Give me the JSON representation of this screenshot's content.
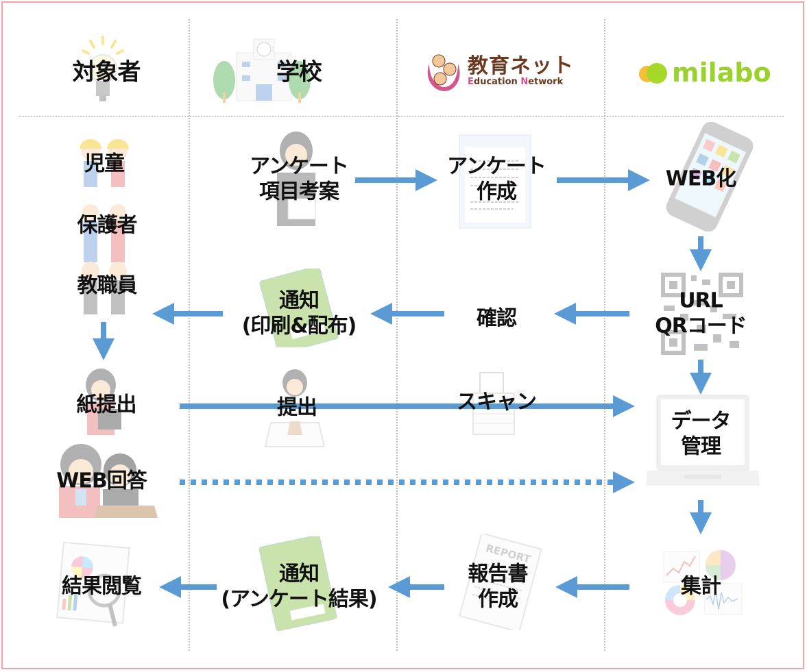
{
  "colors": {
    "arrow": "#5b9bd5",
    "frame": "#f4a3a3",
    "divider": "#bdbdbd",
    "milabo_green": "#9bd12c",
    "milabo_orange": "#f5bf3a",
    "edu_brown": "#6b3a1f",
    "edu_pink": "#d94f8a"
  },
  "columns": {
    "target": {
      "label": "対象者",
      "icon": "lightbulb-icon"
    },
    "school": {
      "label": "学校",
      "icon": "school-building-icon"
    },
    "edu_net": {
      "logo_jp": "教育ネット",
      "logo_en_prefix1": "E",
      "logo_en_word1": "ducation ",
      "logo_en_prefix2": "N",
      "logo_en_word2": "etwork",
      "icon": "education-network-logo"
    },
    "milabo": {
      "logo": "milabo",
      "icon": "milabo-logo"
    }
  },
  "nodes": {
    "children": "児童",
    "guardians": "保護者",
    "staff": "教職員",
    "survey_items": [
      "アンケート",
      "項目考案"
    ],
    "survey_create": [
      "アンケート",
      "作成"
    ],
    "web": "WEB化",
    "url_qr": [
      "URL",
      "QRコード"
    ],
    "confirm": "確認",
    "notice_print": [
      "通知",
      "(印刷&配布)"
    ],
    "paper_submit": "紙提出",
    "submit": "提出",
    "scan": "スキャン",
    "data_mgmt": [
      "データ",
      "管理"
    ],
    "web_answer": "WEB回答",
    "tally": "集計",
    "report": [
      "報告書",
      "作成"
    ],
    "notice_result": [
      "通知",
      "(アンケート結果)"
    ],
    "view_result": "結果閲覧"
  },
  "flows": [
    {
      "from": "アンケート項目考案",
      "to": "アンケート作成",
      "style": "solid"
    },
    {
      "from": "アンケート作成",
      "to": "WEB化",
      "style": "solid"
    },
    {
      "from": "WEB化",
      "to": "URL QRコード",
      "style": "solid"
    },
    {
      "from": "URL QRコード",
      "to": "確認",
      "style": "solid"
    },
    {
      "from": "確認",
      "to": "通知(印刷&配布)",
      "style": "solid"
    },
    {
      "from": "通知(印刷&配布)",
      "to": "対象者",
      "style": "solid"
    },
    {
      "from": "対象者",
      "to": "紙提出",
      "style": "solid"
    },
    {
      "from": "紙提出",
      "to": "データ管理",
      "style": "solid",
      "via": [
        "提出",
        "スキャン"
      ]
    },
    {
      "from": "WEB回答",
      "to": "データ管理",
      "style": "dotted"
    },
    {
      "from": "URL QRコード",
      "to": "データ管理",
      "style": "solid"
    },
    {
      "from": "データ管理",
      "to": "集計",
      "style": "solid"
    },
    {
      "from": "集計",
      "to": "報告書作成",
      "style": "solid"
    },
    {
      "from": "報告書作成",
      "to": "通知(アンケート結果)",
      "style": "solid"
    },
    {
      "from": "通知(アンケート結果)",
      "to": "結果閲覧",
      "style": "solid"
    }
  ]
}
